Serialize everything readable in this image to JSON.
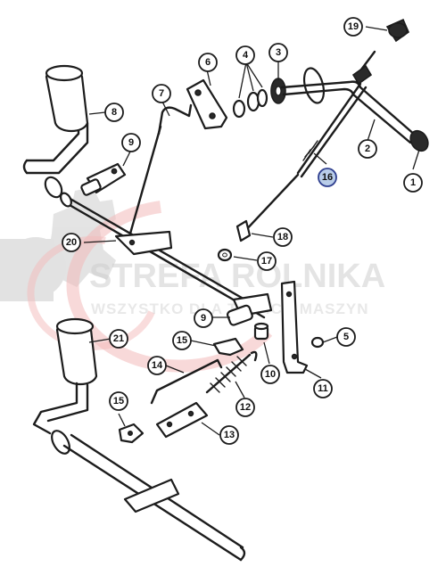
{
  "watermark": {
    "title": "STREFA ROLNIKA",
    "subtitle": "WSZYSTKO DLA TWOICH MASZYN",
    "color_gear": "#cfcfcf",
    "color_ring": "#f3b9b9"
  },
  "highlight_color": "#b9cde9",
  "callouts": [
    {
      "id": "c1",
      "label": "1"
    },
    {
      "id": "c2",
      "label": "2"
    },
    {
      "id": "c3",
      "label": "3"
    },
    {
      "id": "c4",
      "label": "4"
    },
    {
      "id": "c5",
      "label": "5"
    },
    {
      "id": "c6",
      "label": "6"
    },
    {
      "id": "c7",
      "label": "7"
    },
    {
      "id": "c8",
      "label": "8"
    },
    {
      "id": "c9a",
      "label": "9"
    },
    {
      "id": "c9b",
      "label": "9"
    },
    {
      "id": "c10",
      "label": "10"
    },
    {
      "id": "c11",
      "label": "11"
    },
    {
      "id": "c12",
      "label": "12"
    },
    {
      "id": "c13",
      "label": "13"
    },
    {
      "id": "c14",
      "label": "14"
    },
    {
      "id": "c15a",
      "label": "15"
    },
    {
      "id": "c15b",
      "label": "15"
    },
    {
      "id": "c16",
      "label": "16",
      "highlighted": true
    },
    {
      "id": "c17",
      "label": "17"
    },
    {
      "id": "c18",
      "label": "18"
    },
    {
      "id": "c19",
      "label": "19"
    },
    {
      "id": "c20",
      "label": "20"
    },
    {
      "id": "c21",
      "label": "21"
    }
  ]
}
